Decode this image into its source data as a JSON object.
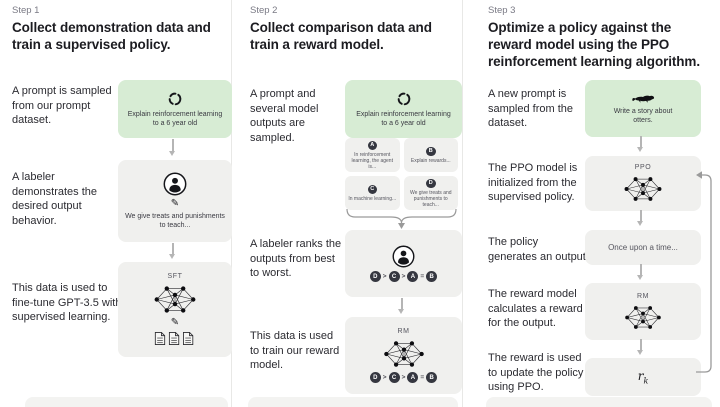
{
  "colors": {
    "background": "#ffffff",
    "prompt_box_green": "#d7ecd4",
    "step_box_gray": "#f0f0ee",
    "rank_circle_dark": "#353740",
    "heading_text": "#1c1c21",
    "arrow_gray": "#b5b5b5"
  },
  "step1": {
    "label": "Step 1",
    "title": "Collect demonstration data and train a supervised policy.",
    "desc_prompt": "A prompt is sampled from our prompt dataset.",
    "prompt_text": "Explain reinforcement learning to a 6 year old",
    "desc_labeler": "A labeler demonstrates the desired output behavior.",
    "labeler_text": "We give treats and punishments to teach...",
    "desc_finetune": "This data is used to fine-tune GPT-3.5 with supervised learning.",
    "model_tag": "SFT"
  },
  "step2": {
    "label": "Step 2",
    "title": "Collect comparison data and train a reward model.",
    "desc_sampled": "A prompt and several model outputs are sampled.",
    "prompt_text": "Explain reinforcement learning to a 6 year old",
    "options": [
      {
        "id": "A",
        "text": "In reinforcement learning, the agent is..."
      },
      {
        "id": "B",
        "text": "Explain rewards..."
      },
      {
        "id": "C",
        "text": "In machine learning..."
      },
      {
        "id": "D",
        "text": "We give treats and punishments to teach..."
      }
    ],
    "desc_rank": "A labeler ranks the outputs from best to worst.",
    "ranking": [
      "D",
      ">",
      "C",
      ">",
      "A",
      "=",
      "B"
    ],
    "desc_train": "This data is used to train our reward model.",
    "model_tag": "RM"
  },
  "step3": {
    "label": "Step 3",
    "title": "Optimize a policy against the reward model using the PPO reinforcement learning algorithm.",
    "desc_prompt": "A new prompt is sampled from the dataset.",
    "prompt_text": "Write a story about otters.",
    "desc_init": "The PPO model is initialized from the supervised policy.",
    "ppo_tag": "PPO",
    "desc_output": "The policy generates an output.",
    "output_text": "Once upon a time...",
    "desc_reward": "The reward model calculates a reward for the output.",
    "rm_tag": "RM",
    "desc_update": "The reward is used to update the policy using PPO.",
    "reward_symbol": {
      "base": "r",
      "sub": "k"
    }
  }
}
